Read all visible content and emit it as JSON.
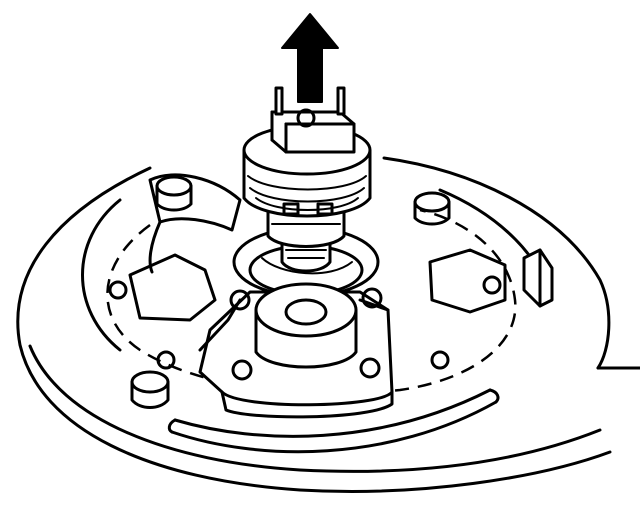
{
  "figure": {
    "colors": {
      "line": "#000000",
      "background": "#ffffff"
    },
    "parts": [
      "backing-plate",
      "mounting-bolt",
      "bearing-housing",
      "sensor-module",
      "connector",
      "removal-arrow-icon"
    ]
  }
}
